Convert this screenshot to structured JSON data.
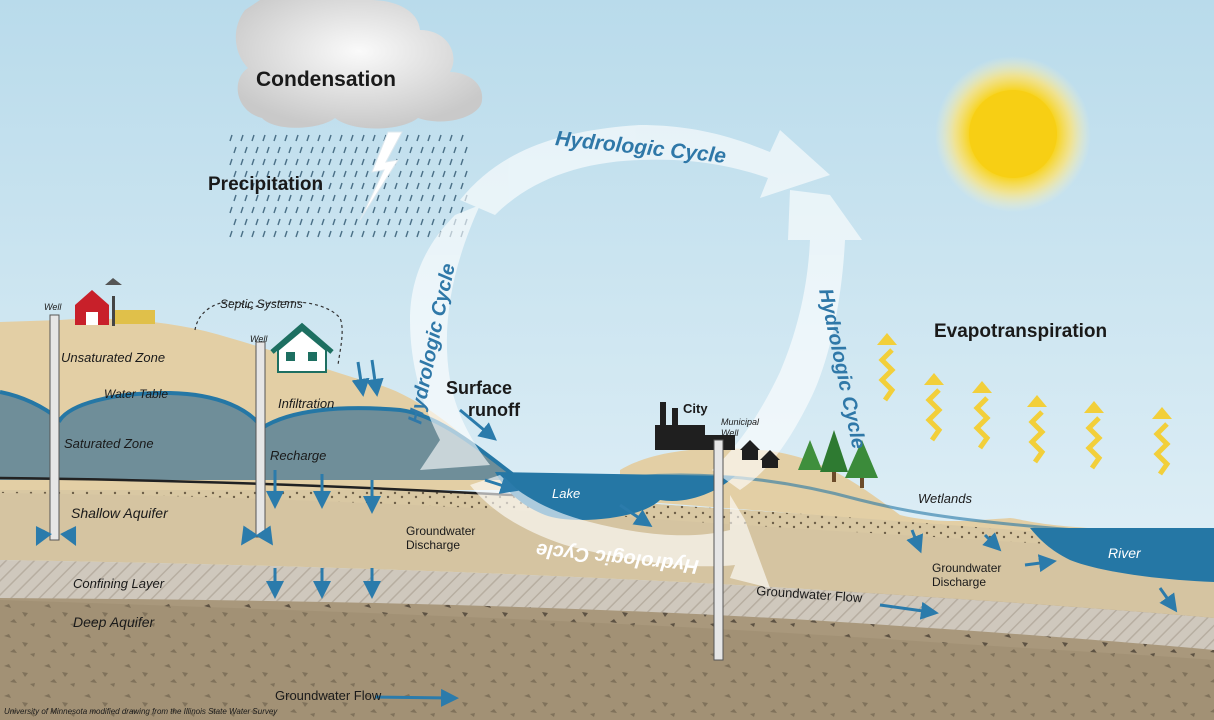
{
  "labels": {
    "condensation": "Condensation",
    "precipitation": "Precipitation",
    "evapotranspiration": "Evapotranspiration",
    "hydrologic_cycle": "Hydrologic Cycle",
    "surface_runoff_1": "Surface",
    "surface_runoff_2": "runoff",
    "city": "City",
    "municipal_well_1": "Municipal",
    "municipal_well_2": "Well",
    "well": "Well",
    "septic_systems": "Septic Systems",
    "unsaturated_zone": "Unsaturated Zone",
    "water_table": "Water Table",
    "infiltration": "Infiltration",
    "saturated_zone": "Saturated Zone",
    "recharge": "Recharge",
    "shallow_aquifer": "Shallow Aquifer",
    "confining_layer": "Confining Layer",
    "deep_aquifer": "Deep Aquifer",
    "lake": "Lake",
    "groundwater_discharge_1": "Groundwater",
    "groundwater_discharge_2": "Discharge",
    "groundwater_flow": "Groundwater Flow",
    "wetlands": "Wetlands",
    "river": "River",
    "credit": "University of Minnesota modified drawing from the Illinois State Water Survey"
  },
  "colors": {
    "sky_top": "#bcdcec",
    "sky_bottom": "#e6f2f8",
    "soil": "#e3cfa7",
    "saturated": "#6f8f9a",
    "water": "#2577a5",
    "cycle_text": "#2f78a8",
    "sun": "#f7d21c",
    "evap_arrow": "#f2cf3a"
  }
}
